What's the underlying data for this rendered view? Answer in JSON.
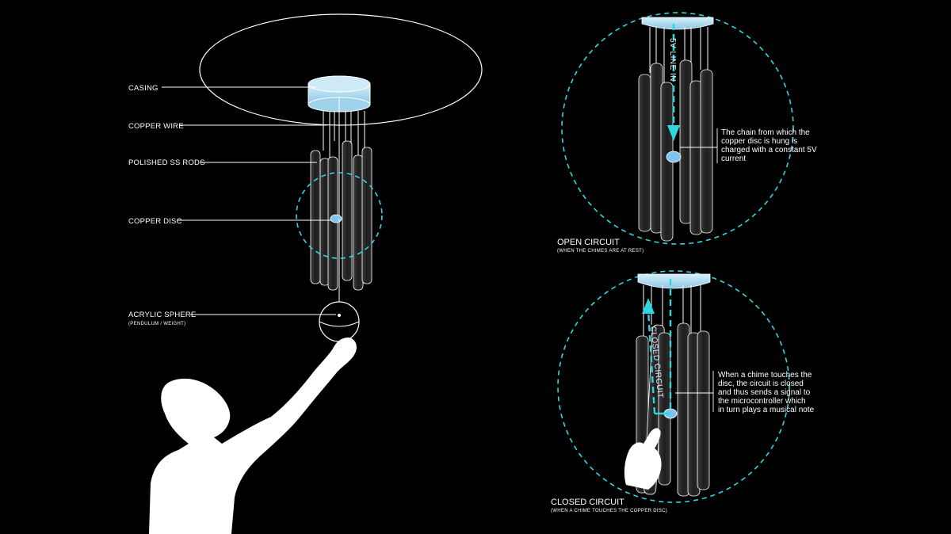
{
  "labels": {
    "casing": "CASING",
    "copper_wire": "COPPER WIRE",
    "polished_rods": "POLISHED SS RODS",
    "copper_disc": "COPPER DISC",
    "acrylic_sphere": "ACRYLIC SPHERE",
    "acrylic_sphere_sub": "(PENDULUM / WEIGHT)"
  },
  "open_circuit": {
    "title": "OPEN CIRCUIT",
    "subtitle": "(WHEN THE CHIMES ARE AT REST)",
    "line_label": "5V  LINE  IN",
    "note_lines": [
      "The chain from which the",
      "copper disc is hung is",
      "charged with a constant 5V",
      "current"
    ]
  },
  "closed_circuit": {
    "title": "CLOSED CIRCUIT",
    "subtitle": "(WHEN A CHIME TOUCHES THE COPPER DISC)",
    "line_label": "CLOSED CIRCUIT",
    "note_lines": [
      "When a chime touches the",
      "disc, the circuit is closed",
      "and thus sends a signal to",
      "the microcontroller which",
      "in turn plays a musical note"
    ]
  },
  "colors": {
    "background": "#000000",
    "accent_cyan": "#2fd6e0",
    "casing_blue": "#a8d8f0",
    "line_white": "#ffffff",
    "rod_gray": "#2a2a2a"
  }
}
